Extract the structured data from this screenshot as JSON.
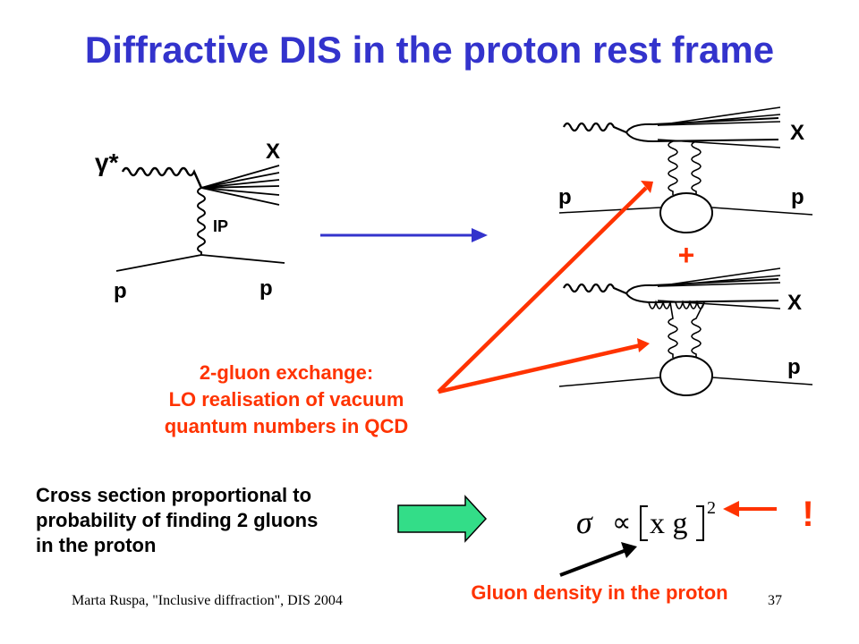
{
  "title": "Diffractive DIS in the proton rest frame",
  "left_diagram": {
    "photon_label": "γ*",
    "x_label": "X",
    "pomeron_label": "IP",
    "p_in_label": "p",
    "p_out_label": "p"
  },
  "top_diagram": {
    "x_label": "X",
    "p_in_label": "p",
    "p_out_label": "p"
  },
  "plus_sign": "+",
  "bottom_diagram": {
    "x_label": "X",
    "p_label": "p"
  },
  "gluon_exchange_text": [
    "2-gluon exchange:",
    "LO realisation of vacuum",
    "quantum numbers in QCD"
  ],
  "cross_section_text": [
    "Cross section proportional to",
    "probability of finding 2 gluons",
    "in the proton"
  ],
  "formula": {
    "sigma": "σ",
    "propto": "∝",
    "content": "x g",
    "exponent": "2"
  },
  "exclamation": "!",
  "gluon_density_label": "Gluon density in the proton",
  "footer_author": "Marta Ruspa, \"Inclusive diffraction\", DIS 2004",
  "page_number": "37",
  "colors": {
    "title": "#3333cc",
    "red": "#ff3300",
    "blue_arrow": "#3333cc",
    "green_arrow": "#33dd88"
  }
}
